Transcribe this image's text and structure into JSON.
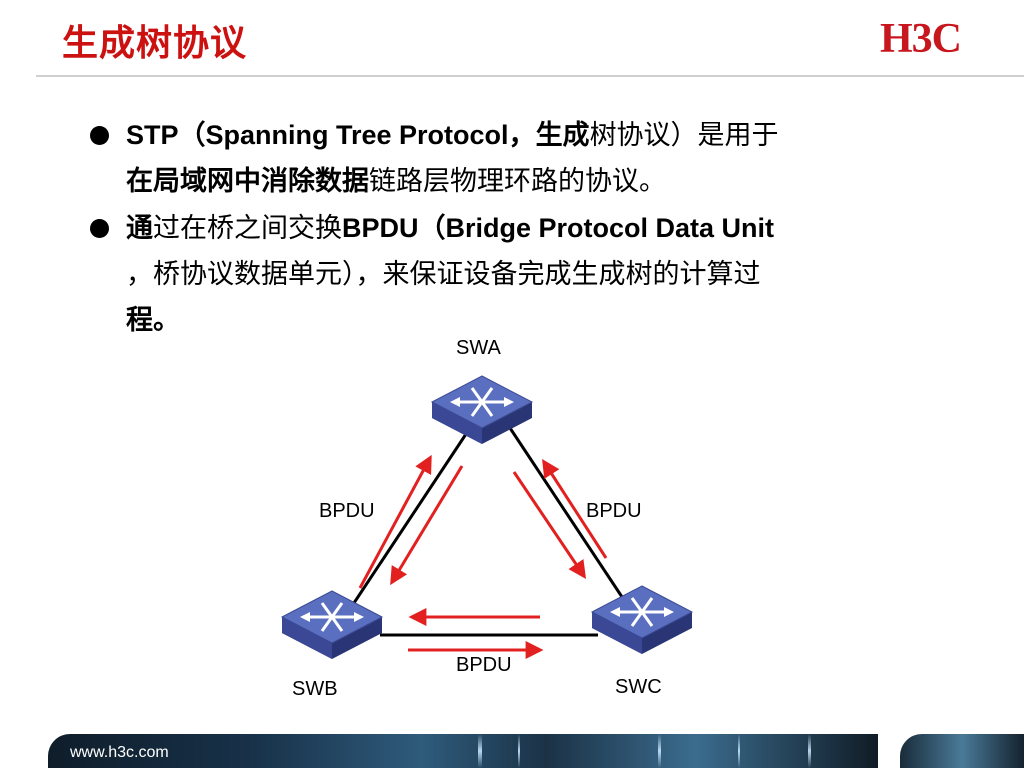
{
  "header": {
    "title": "生成树协议",
    "logo_text": "H3C"
  },
  "bullets": [
    {
      "seg1": "STP（Spanning Tree Protocol，",
      "seg2": "生成",
      "seg3": "树协议）是用于",
      "seg4": "在局域网中消除数据",
      "seg5": "链路层物理环路的协议。"
    },
    {
      "seg1": "通",
      "seg2": "过在桥之间交换",
      "seg3": "BPDU（Bridge Protocol Data Unit",
      "seg4": "，桥协议数据单元），来保证设备完成生成树的计算过",
      "seg5": "程",
      "seg6": "。"
    }
  ],
  "diagram": {
    "nodes": [
      {
        "id": "swa",
        "label": "SWA"
      },
      {
        "id": "swb",
        "label": "SWB"
      },
      {
        "id": "swc",
        "label": "SWC"
      }
    ],
    "links": [
      {
        "from": "SWA",
        "to": "SWB",
        "label": "BPDU"
      },
      {
        "from": "SWA",
        "to": "SWC",
        "label": "BPDU"
      },
      {
        "from": "SWB",
        "to": "SWC",
        "label": "BPDU"
      }
    ],
    "colors": {
      "switch_top": "#5a6fbf",
      "switch_side": "#2a3575",
      "arrow": "#e32020",
      "link": "#000000"
    }
  },
  "footer": {
    "url": "www.h3c.com"
  }
}
